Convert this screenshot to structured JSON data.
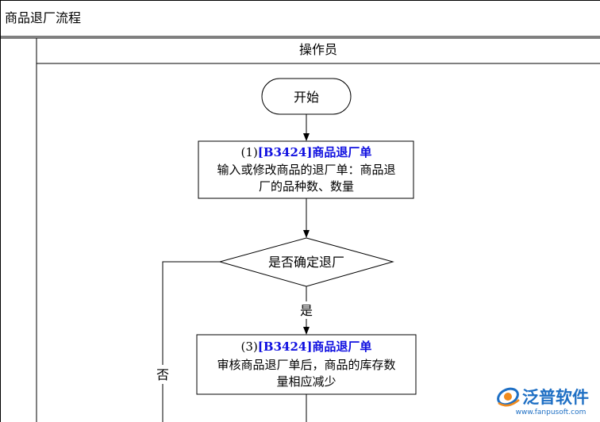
{
  "diagram": {
    "title": "商品退厂流程",
    "lane_header": "操作员",
    "start": {
      "label": "开始"
    },
    "step1": {
      "number": "(1)",
      "code": "[B3424]",
      "name": "商品退厂单",
      "line1": "输入或修改商品的退厂单：商品退",
      "line2": "厂的品种数、数量"
    },
    "decision": {
      "label": "是否确定退厂"
    },
    "yes_label": "是",
    "no_label": "否",
    "step3": {
      "number": "(3)",
      "code": "[B3424]",
      "name": "商品退厂单",
      "line1": "审核商品退厂单后，商品的库存数",
      "line2": "量相应减少"
    }
  },
  "watermark": {
    "brand": "泛普软件",
    "url": "www.fanpusoft.com"
  },
  "colors": {
    "link": "#1010e0",
    "logo_blue": "#1e6fc4",
    "logo_orange": "#f08a1c"
  }
}
